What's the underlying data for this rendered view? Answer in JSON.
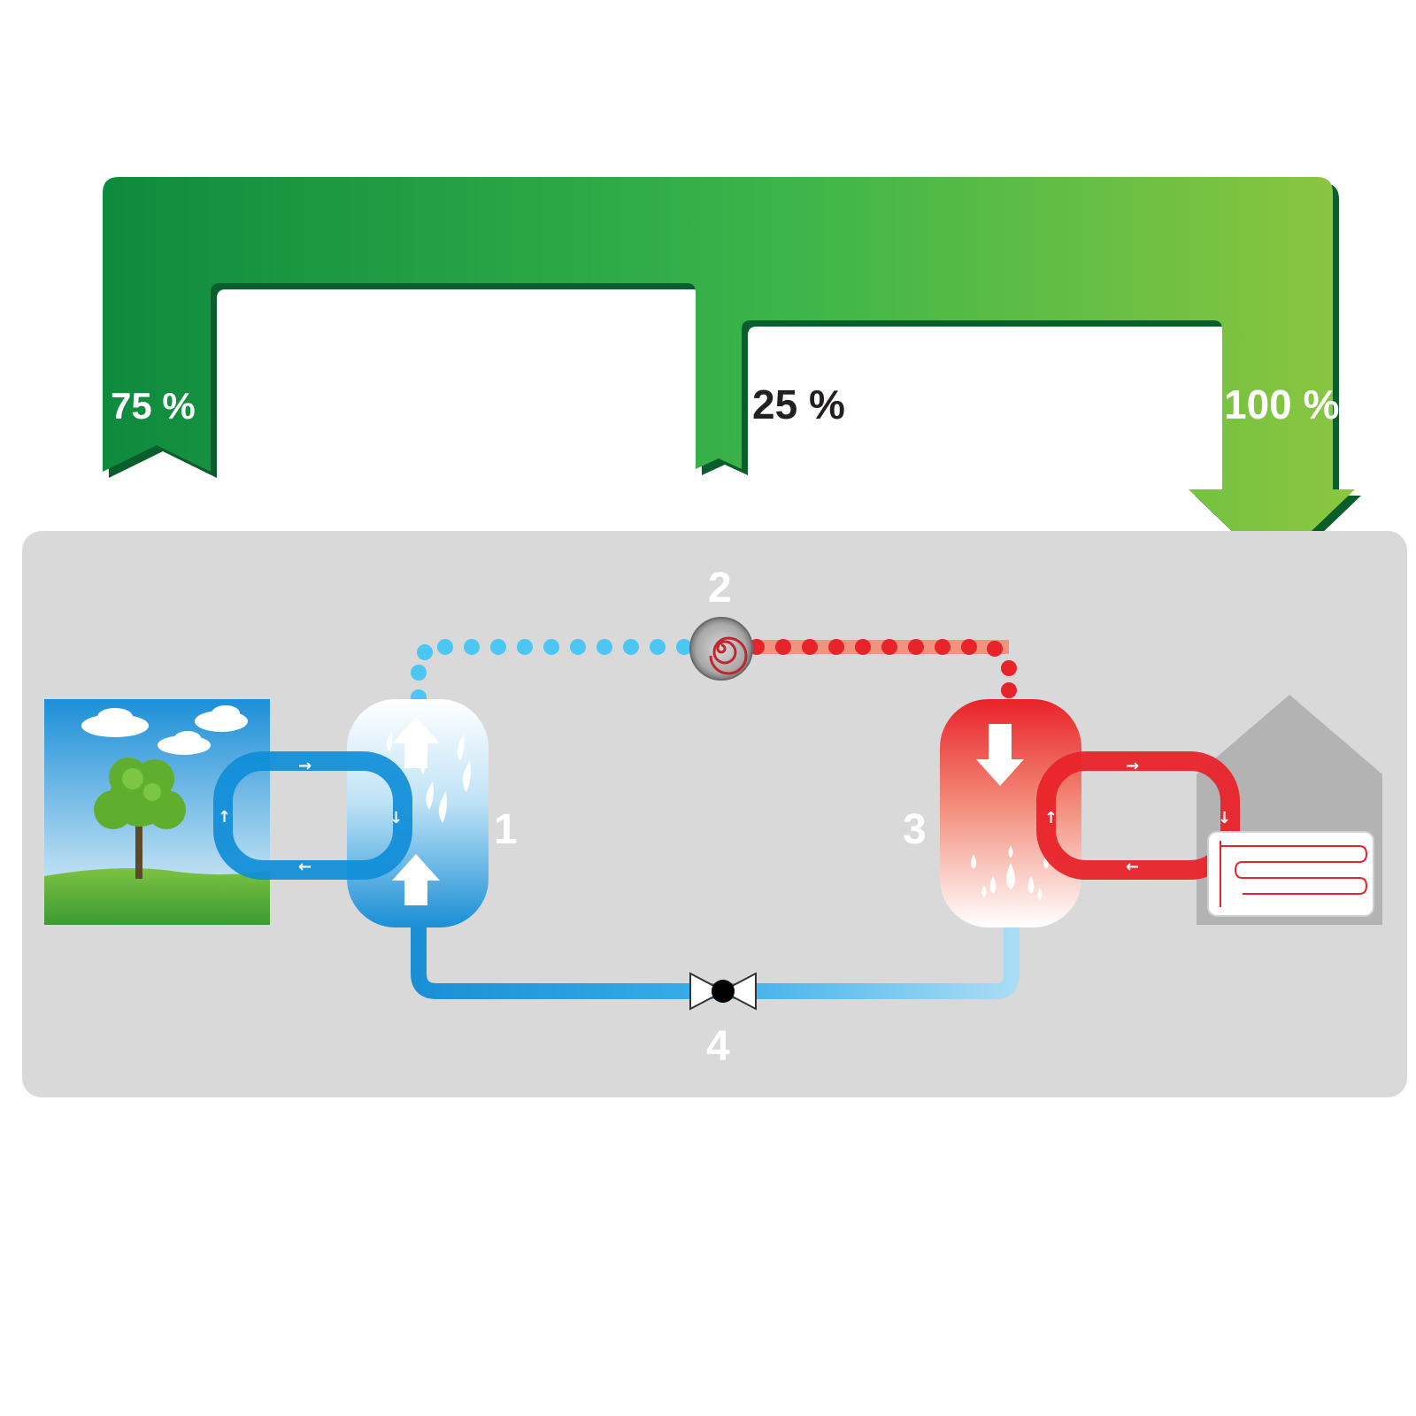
{
  "energy_flow": {
    "ambient_share": "75 %",
    "electric_share": "25 %",
    "heat_output": "100 %"
  },
  "components": {
    "evaporator_number": "1",
    "compressor_number": "2",
    "condenser_number": "3",
    "expansion_valve_number": "4"
  },
  "colors": {
    "flow_green_dark": "#0e8a3e",
    "flow_green_light": "#8cc63f",
    "cold_blue": "#1a93d9",
    "light_blue": "#4cc6f2",
    "hot_red": "#e8232a",
    "panel_gray": "#d9d9d9",
    "house_gray": "#b3b3b3"
  }
}
